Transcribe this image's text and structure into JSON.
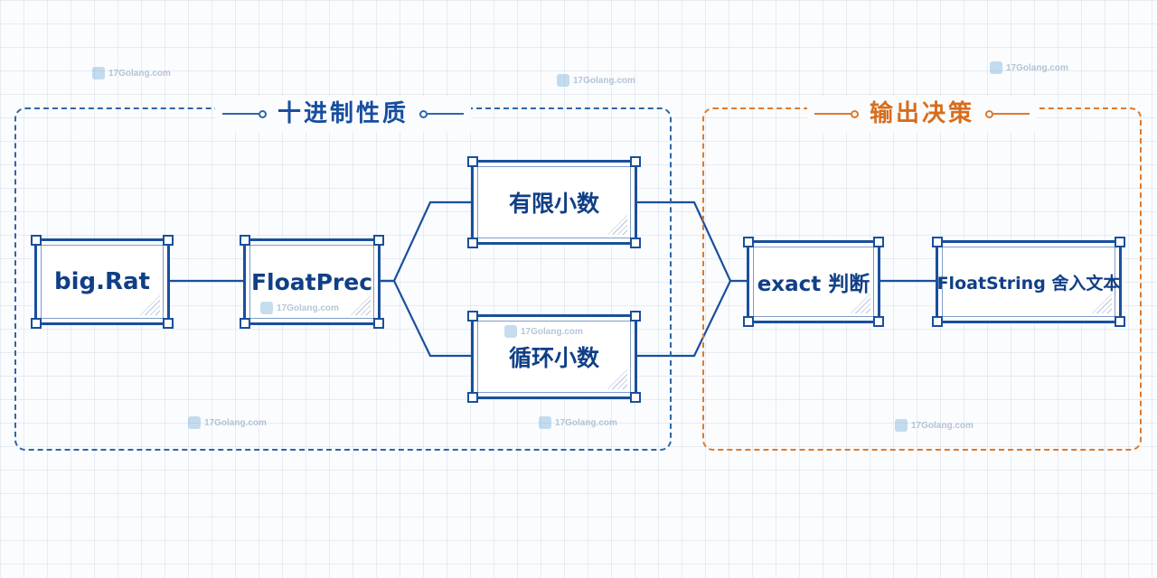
{
  "groups": {
    "left_title": "十进制性质",
    "right_title": "输出决策"
  },
  "nodes": {
    "rat": "big.Rat",
    "prec": "FloatPrec",
    "finite": "有限小数",
    "cycle": "循环小数",
    "exact": "exact 判断",
    "fstr": "FloatString 舍入文本"
  },
  "watermark": "17Golang.com",
  "colors": {
    "node_border": "#1a4f9c",
    "left_group": "#2e66a8",
    "right_group": "#de7a2c"
  }
}
